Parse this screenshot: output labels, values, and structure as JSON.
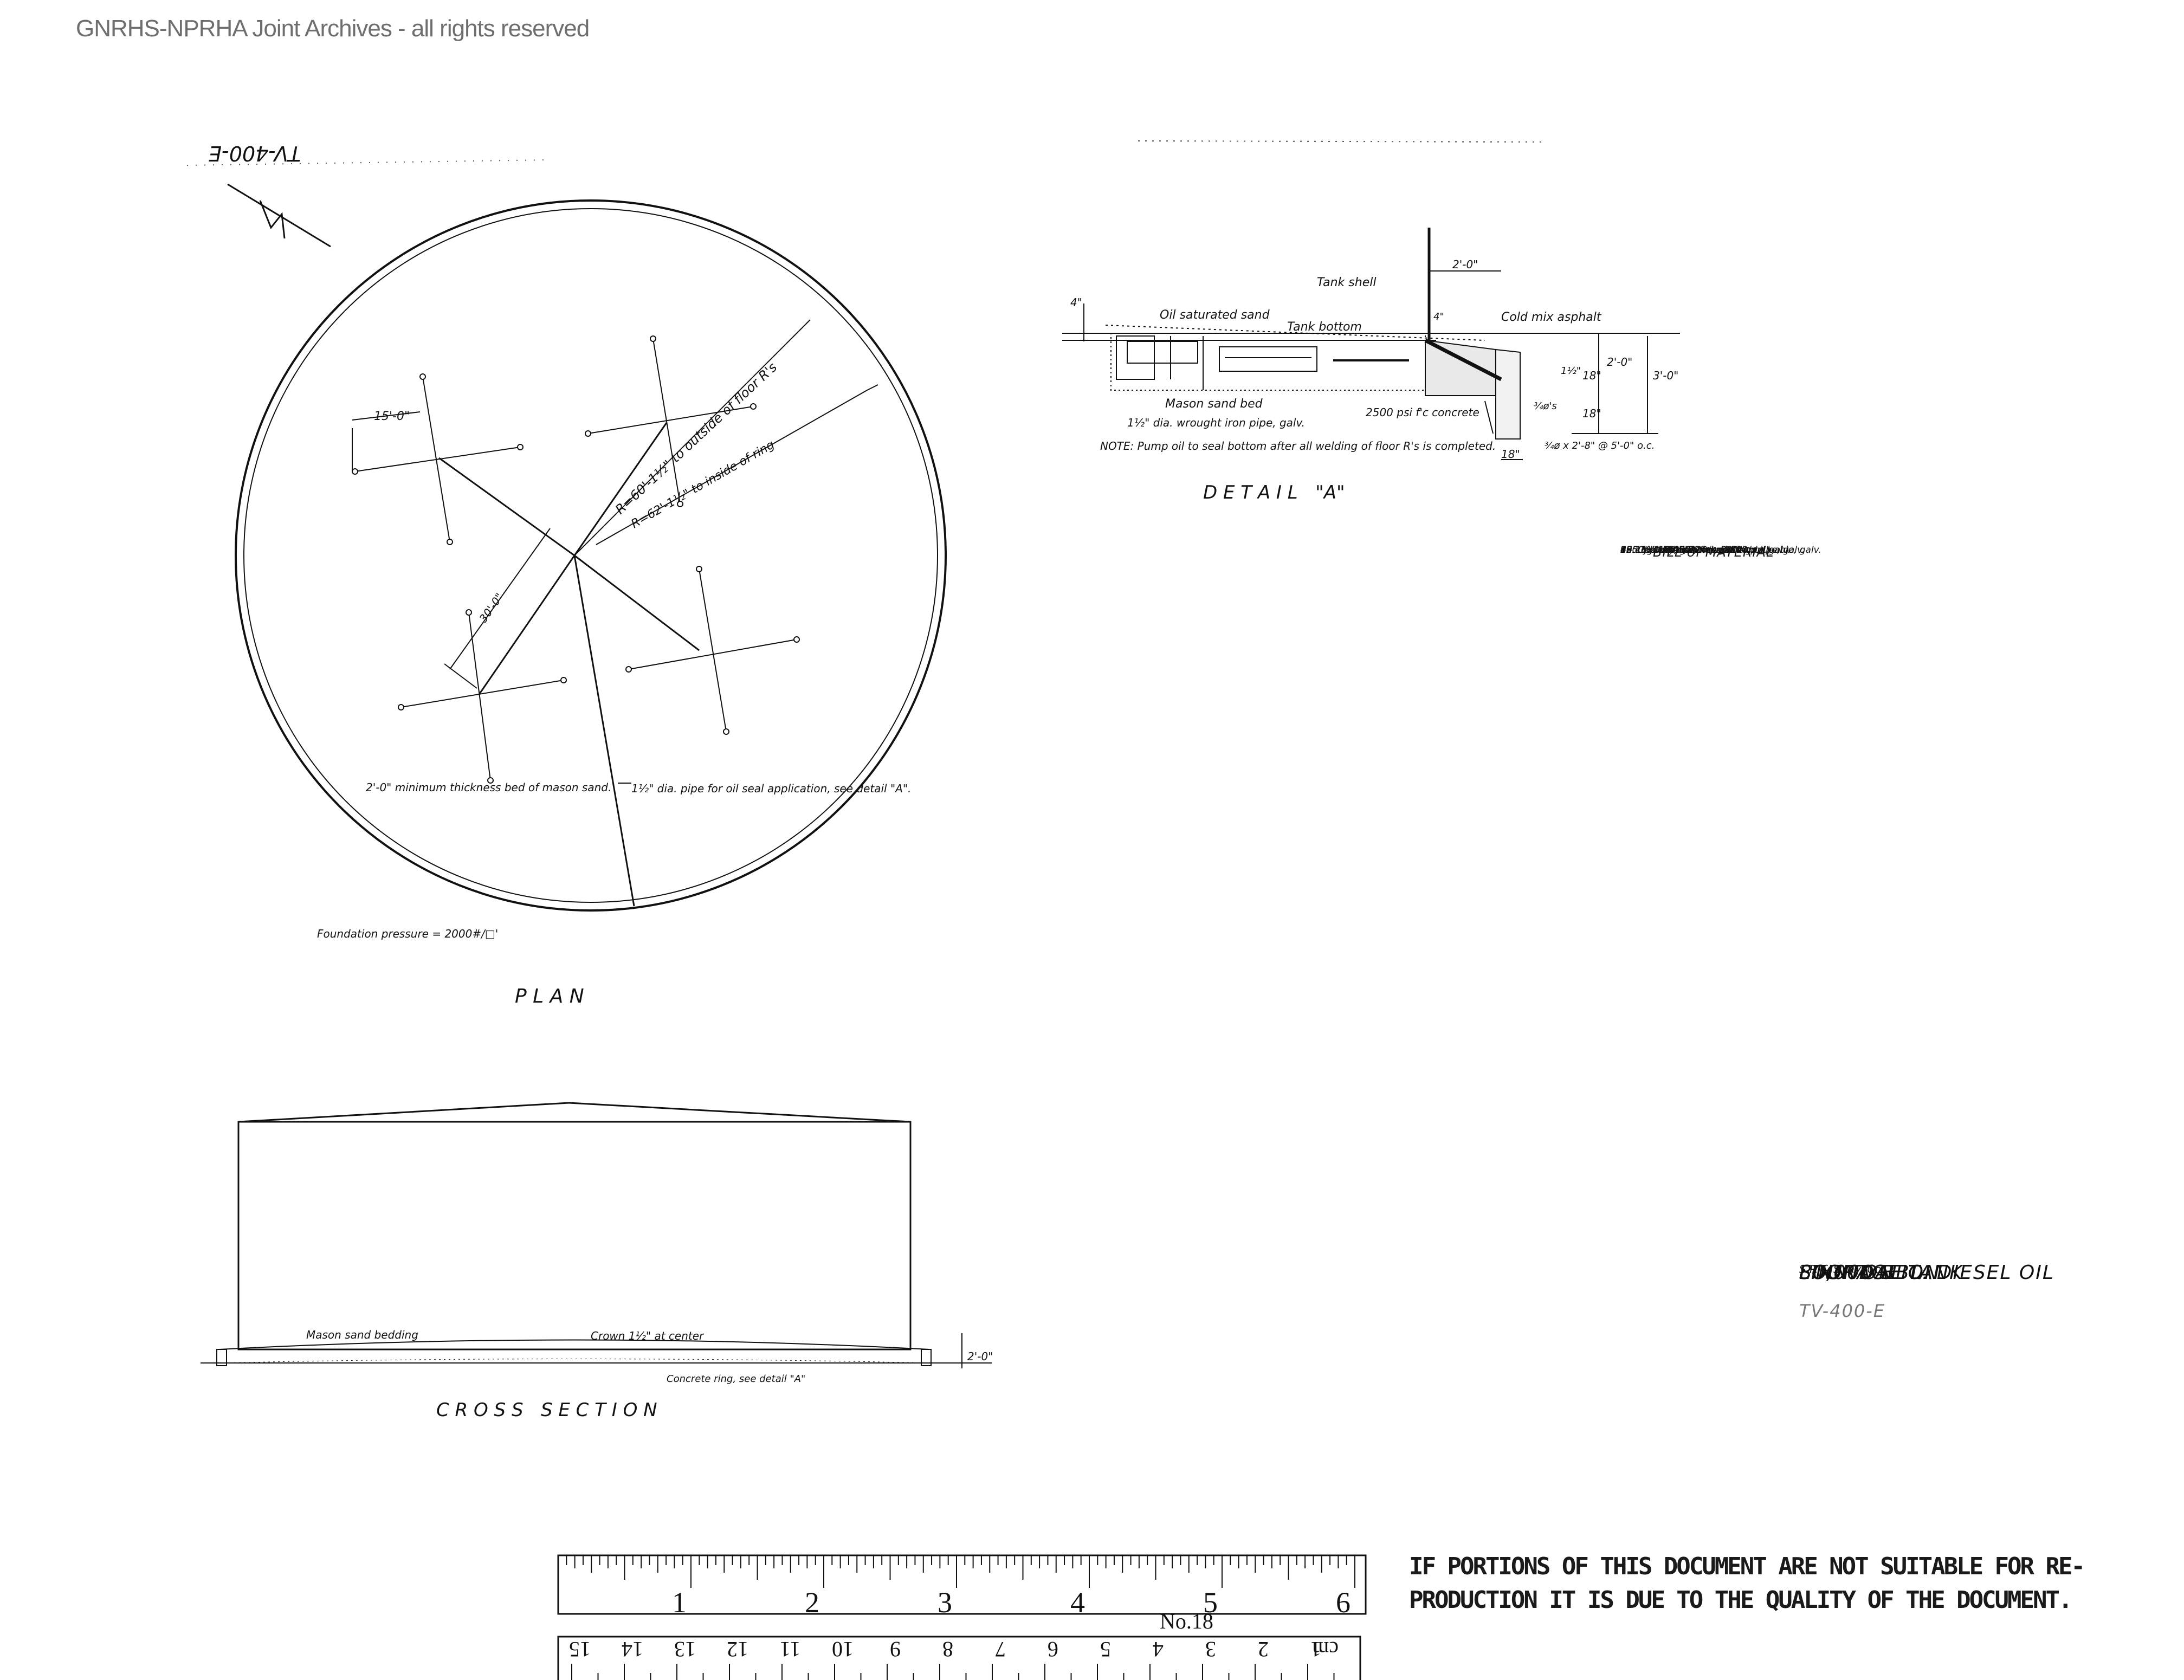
{
  "watermark": "GNRHS-NPRHA Joint Archives - all rights reserved",
  "drawing_number_top": "TV-400-E",
  "plan": {
    "title": "P L A N",
    "dim_offset": "15'-0\"",
    "dim_radial": "30'-0\"",
    "radius_outside": "R=60'-1½\" to outside of floor R's",
    "radius_inside": "R=62'-1½\" to inside of ring",
    "note_bed": "2'-0\" minimum thickness bed of mason sand.",
    "note_pipe": "1½\" dia. pipe for oil seal application, see detail \"A\".",
    "note_pressure": "Foundation pressure = 2000#/□'"
  },
  "detail": {
    "title": "D E T A I L   \"A\"",
    "labels": {
      "tank_shell": "Tank shell",
      "oil_sand": "Oil saturated sand",
      "tank_bottom": "Tank bottom",
      "cold_mix": "Cold mix asphalt",
      "mason_bed": "Mason sand bed",
      "pipe": "1½\" dia. wrought iron pipe, galv.",
      "concrete": "2500 psi f'c concrete",
      "note": "NOTE: Pump oil to seal bottom after all welding of floor R's is completed.",
      "dim_2_0_top": "2'-0\"",
      "dim_4_left": "4\"",
      "dim_4_right": "4\"",
      "dim_2_0_right": "2'-0\"",
      "dim_3_0": "3'-0\"",
      "dim_18_a": "18\"",
      "dim_18_b": "18\"",
      "dim_18_c": "18\"",
      "dim_12": "1½\"",
      "bar": "¾ø's",
      "hoops": "¾ø x 2'-8\" @ 5'-0\" o.c."
    }
  },
  "bill_of_material": {
    "title": "BILL of MATERIAL",
    "lines": [
      "65 c.y. concrete, f'c = 2500 p.s.i.",
      "42 - ¾ø x 30'-0\"",
      "80 - ¾ø x 2'-8\"",
      "995 c.y. dry mason sand.",
      "1800 gal. SAE 30 lubricating oil",
      "435 ft. 1½\" dia. wrought iron pipe, galv.",
      "15 - 1½\" Tees, 300# malleable, galv.",
      "16 - 1½\" 90° elbows, 300# malleable, galv.",
      "2 - 1½\" 45°",
      "1 - 1½\" cap, galv."
    ]
  },
  "section": {
    "title": "C R O S S   S E C T I O N",
    "label_bedding": "Mason sand bedding",
    "label_crown": "Crown 1½\" at center",
    "label_ring": "Concrete ring, see detail \"A\"",
    "dim_2_0": "2'-0\""
  },
  "title_block": {
    "railroad": "S.P. & S. Ry. Co.",
    "line1": "FOUNDATION",
    "line2": "80,000 BBL. DIESEL OIL",
    "line3": "STORAGE TANK",
    "line4": "LINNTON",
    "number": "TV-400-E"
  },
  "notice": {
    "line1": "IF PORTIONS OF THIS DOCUMENT ARE NOT SUITABLE FOR RE-",
    "line2": "PRODUCTION IT IS DUE TO THE QUALITY OF THE DOCUMENT."
  },
  "ruler": {
    "inches": [
      "1",
      "2",
      "3",
      "4",
      "5",
      "6"
    ],
    "cm": [
      "1",
      "2",
      "3",
      "4",
      "5",
      "6",
      "7",
      "8",
      "9",
      "10",
      "11",
      "12",
      "13",
      "14",
      "15"
    ],
    "cm_unit": "cm",
    "model": "No.18"
  }
}
